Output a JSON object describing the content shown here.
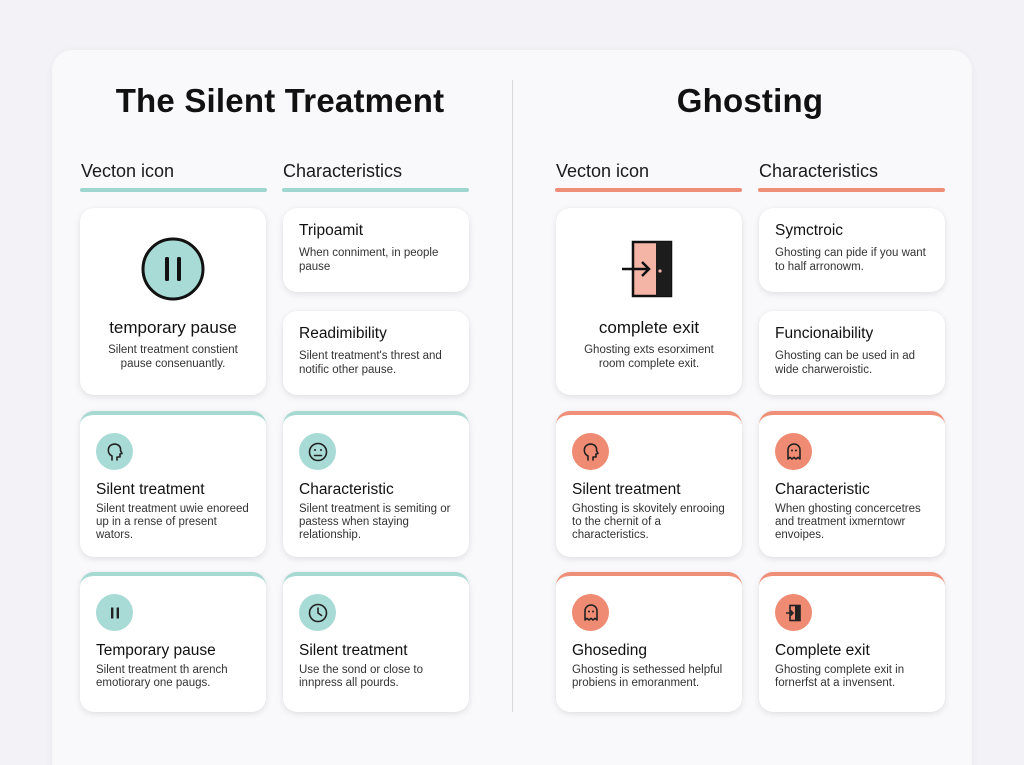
{
  "left": {
    "title": "The Silent Treatment",
    "col_icon": "Vecton icon",
    "col_char": "Characteristics",
    "big_card": {
      "icon": "pause-circle-icon",
      "title": "temporary pause",
      "desc": "Silent treatment constient pause consenuantly."
    },
    "char_cards": [
      {
        "title": "Tripoamit",
        "desc": "When conniment, in people pause"
      },
      {
        "title": "Readimibility",
        "desc": "Silent treatment's threst and notific other pause."
      }
    ],
    "grid": [
      {
        "icon": "head-profile-icon",
        "title": "Silent treatment",
        "desc": "Silent treatment uwie enoreed up in a rense of present wators."
      },
      {
        "icon": "neutral-face-icon",
        "title": "Characteristic",
        "desc": "Silent treatment is semiting or pastess when staying relationship."
      },
      {
        "icon": "pause-icon",
        "title": "Temporary pause",
        "desc": "Silent treatment th arench emotiorary one paugs."
      },
      {
        "icon": "clock-icon",
        "title": "Silent treatment",
        "desc": "Use the sond or close to innpress all pourds."
      }
    ]
  },
  "right": {
    "title": "Ghosting",
    "col_icon": "Vecton icon",
    "col_char": "Characteristics",
    "big_card": {
      "icon": "door-exit-icon",
      "title": "complete exit",
      "desc": "Ghosting exts esorximent room complete exit."
    },
    "char_cards": [
      {
        "title": "Symctroic",
        "desc": "Ghosting can pide if you want to half arronowm."
      },
      {
        "title": "Funcionaibility",
        "desc": "Ghosting can be used in ad wide charweroistic."
      }
    ],
    "grid": [
      {
        "icon": "head-profile-icon",
        "title": "Silent treatment",
        "desc": "Ghosting is skovitely enrooing to the chernit of a characteristics."
      },
      {
        "icon": "ghost-icon",
        "title": "Characteristic",
        "desc": "When ghosting concercetres and treatment ixmerntowr envoipes."
      },
      {
        "icon": "ghost-icon",
        "title": "Ghoseding",
        "desc": "Ghosting is sethessed helpful probiens in emoranment."
      },
      {
        "icon": "door-exit-icon",
        "title": "Complete exit",
        "desc": "Ghosting complete exit in fornerfst at a invensent."
      }
    ]
  },
  "colors": {
    "teal": "#a8dbd5",
    "coral": "#ef8a73",
    "teal_rule": "#9fd6d0",
    "coral_rule": "#ee8e78"
  }
}
